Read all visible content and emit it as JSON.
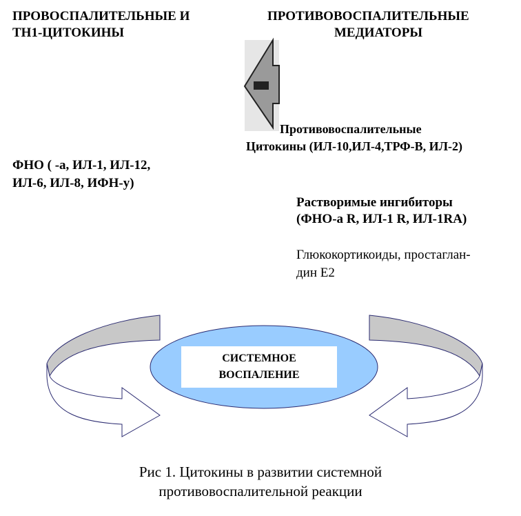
{
  "left_heading": [
    "ПРОВОСПАЛИТЕЛЬНЫЕ И",
    "ТН1-ЦИТОКИНЫ"
  ],
  "right_heading": [
    "ПРОТИВОВОСПАЛИТЕЛЬНЫЕ",
    "МЕДИАТОРЫ"
  ],
  "anti_cytokines": [
    "Противовоспалительные",
    "Цитокины (ИЛ-10,ИЛ-4,ТРФ-В, ИЛ-2)"
  ],
  "pro_list": [
    "ФНО ( -а, ИЛ-1, ИЛ-12,",
    "ИЛ-6, ИЛ-8, ИФН-у)"
  ],
  "inhibitors": [
    "Растворимые ингибиторы",
    "(ФНО-а R, ИЛ-1 R, ИЛ-1RA)"
  ],
  "others": [
    "Глюкокортикоиды, простаглан-",
    "дин Е2"
  ],
  "center": [
    "СИСТЕМНОЕ",
    "ВОСПАЛЕНИЕ"
  ],
  "caption": [
    "Рис 1. Цитокины в развитии системной",
    "противовоспалительной реакции"
  ]
}
